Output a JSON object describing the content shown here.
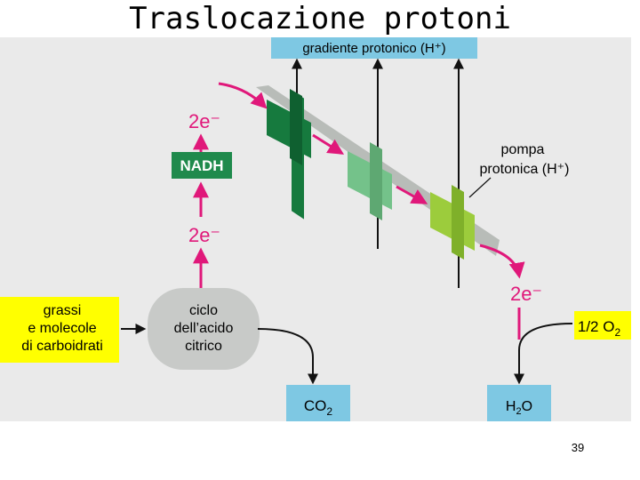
{
  "slide": {
    "title": "Traslocazione protoni",
    "page_number": "39"
  },
  "diagram": {
    "gradient_label": "gradiente protonico (H⁺)",
    "electrons_label": "2e⁻",
    "nadh_label": "NADH",
    "pump_label_line1": "pompa",
    "pump_label_line2": "protonica (H⁺)",
    "nutrients_line1": "grassi",
    "nutrients_line2": "e molecole",
    "nutrients_line3": "di carboidrati",
    "cycle_line1": "ciclo",
    "cycle_line2": "dell’acido",
    "cycle_line3": "citrico",
    "co2_main": "CO",
    "co2_sub": "2",
    "h2o_h": "H",
    "h2o_sub": "2",
    "h2o_o": "O",
    "oxygen_label": "1/2 O",
    "oxygen_sub": "2"
  },
  "colors": {
    "background_panel": "#eaeaea",
    "blue_box": "#7ec8e3",
    "yellow_box": "#ffff00",
    "magenta_arrow": "#e0187a",
    "nadh_box": "#1f8a4c",
    "cycle_oval": "#c8cac8",
    "membrane_band": "#b8bcb8",
    "complex_1": "#167a3e",
    "complex_2": "#74c28a",
    "complex_3": "#9ccc3c"
  }
}
